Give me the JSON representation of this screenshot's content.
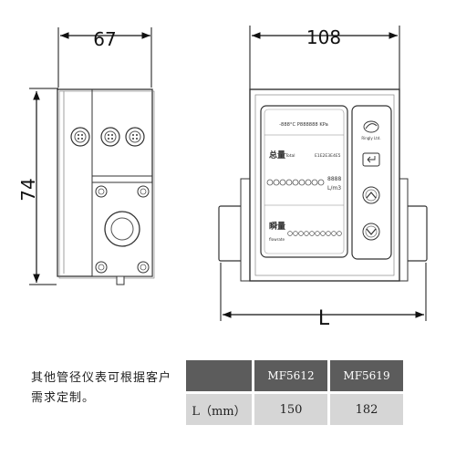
{
  "dimensions": {
    "side_width": "67",
    "side_height": "74",
    "front_width": "108",
    "length": "L"
  },
  "display": {
    "top_line": "-888°C P888888 KPa",
    "total_cn": "总量",
    "total_en": "Total",
    "serial": "E1E2E3E4E5",
    "unit_number": "8888",
    "unit": "L/m3",
    "flow_cn": "瞬量",
    "flow_en": "flowrate"
  },
  "brand": {
    "label": "Ringly Ltd."
  },
  "note": {
    "text": "其他管径仪表可根据客户需求定制。"
  },
  "table": {
    "headers": [
      "",
      "MF5612",
      "MF5619"
    ],
    "rows": [
      {
        "label": "L（mm）",
        "values": [
          "150",
          "182"
        ]
      }
    ]
  }
}
